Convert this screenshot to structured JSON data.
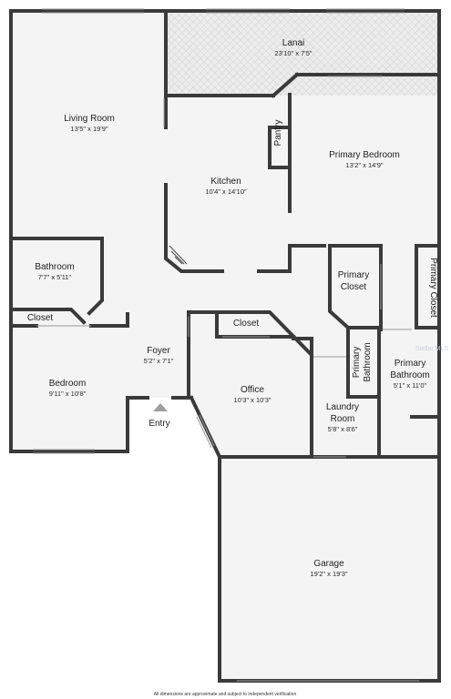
{
  "rooms": {
    "lanai": {
      "name": "Lanai",
      "dims": "23'10\" x 7'5\""
    },
    "living_room": {
      "name": "Living Room",
      "dims": "13'5\" x 19'9\""
    },
    "pantry": {
      "name": "Pantry"
    },
    "primary_bedroom": {
      "name": "Primary Bedroom",
      "dims": "13'2\" x 14'9\""
    },
    "kitchen": {
      "name": "Kitchen",
      "dims": "10'4\" x 14'10\""
    },
    "bathroom": {
      "name": "Bathroom",
      "dims": "7'7\" x 5'11\""
    },
    "primary_closet_1": {
      "name_line1": "Primary",
      "name_line2": "Closet"
    },
    "primary_closet_2": {
      "name": "Primary Closet"
    },
    "closet_1": {
      "name": "Closet"
    },
    "closet_2": {
      "name": "Closet"
    },
    "primary_bathroom_small": {
      "name_line1": "Primary",
      "name_line2": "Bathroom"
    },
    "foyer": {
      "name": "Foyer",
      "dims": "5'2\" x 7'1\""
    },
    "bedroom": {
      "name": "Bedroom",
      "dims": "9'11\" x 10'8\""
    },
    "office": {
      "name": "Office",
      "dims": "10'3\" x 10'3\""
    },
    "laundry_room": {
      "name_line1": "Laundry",
      "name_line2": "Room",
      "dims": "5'8\" x 8'6\""
    },
    "primary_bathroom": {
      "name_line1": "Primary",
      "name_line2": "Bathroom",
      "dims": "5'1\" x 11'0\""
    },
    "garage": {
      "name": "Garage",
      "dims": "19'2\" x 19'3\""
    }
  },
  "entry": {
    "label": "Entry"
  },
  "watermark": "Stellar MLS",
  "footnote": "All dimensions are approximate and subject to independent verification",
  "colors": {
    "wall": "#3a3a3a",
    "floor": "#f4f4f4",
    "lanai_tile": "#e9e9e9",
    "entry_arrow": "#9e9e9e"
  }
}
